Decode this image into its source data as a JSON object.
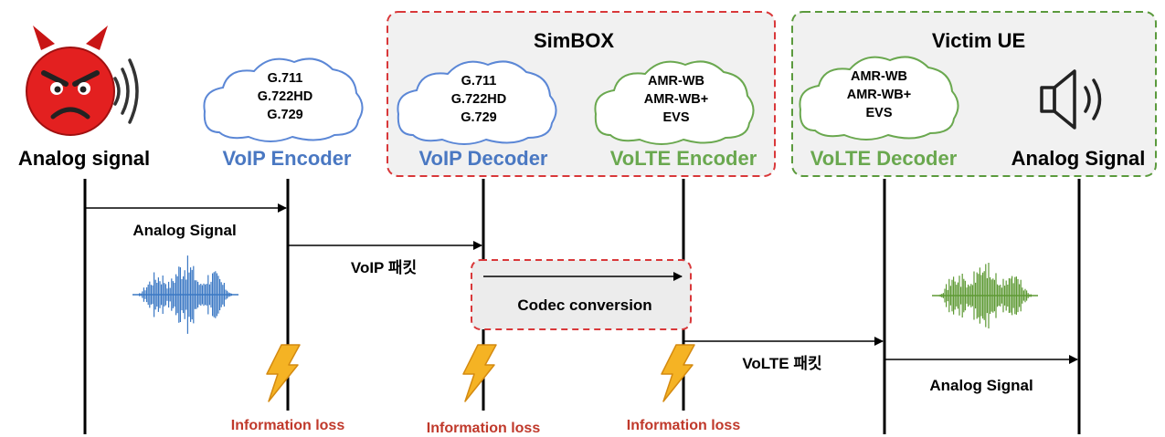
{
  "groups": {
    "simbox": {
      "title": "SimBOX",
      "color": "#d9383a"
    },
    "victim": {
      "title": "Victim UE",
      "color": "#5b9a3d"
    }
  },
  "entities": [
    {
      "label": "Analog signal",
      "color": "#000000"
    },
    {
      "label": "VoIP Encoder",
      "color": "#4a78c2"
    },
    {
      "label": "VoIP Decoder",
      "color": "#4a78c2"
    },
    {
      "label": "VoLTE Encoder",
      "color": "#6aa84f"
    },
    {
      "label": "VoLTE Decoder",
      "color": "#6aa84f"
    },
    {
      "label": "Analog Signal",
      "color": "#000000"
    }
  ],
  "clouds": {
    "voip_encoder": {
      "lines": [
        "G.711",
        "G.722HD",
        "G.729"
      ],
      "color": "#5b87d6"
    },
    "voip_decoder": {
      "lines": [
        "G.711",
        "G.722HD",
        "G.729"
      ],
      "color": "#5b87d6"
    },
    "volte_encoder": {
      "lines": [
        "AMR-WB",
        "AMR-WB+",
        "EVS"
      ],
      "color": "#6aa84f"
    },
    "volte_decoder": {
      "lines": [
        "AMR-WB",
        "AMR-WB+",
        "EVS"
      ],
      "color": "#6aa84f"
    }
  },
  "messages": {
    "analog_in": "Analog Signal",
    "voip_packet": "VoIP 패킷",
    "codec_conversion": "Codec conversion",
    "volte_packet": "VoLTE 패킷",
    "analog_out": "Analog Signal"
  },
  "losses": [
    "Information loss",
    "Information loss",
    "Information loss"
  ],
  "icons": {
    "attacker": "devil-face-icon",
    "sound_waves": "sound-waves-icon",
    "speaker": "speaker-icon",
    "waveform_in": "blue-waveform-icon",
    "waveform_out": "green-waveform-icon",
    "lightning": "lightning-bolt-icon"
  },
  "colors": {
    "loss_text": "#c0392b",
    "waveform_in": "#3b78c4",
    "waveform_out": "#5e9a34",
    "group_fill": "#f1f1f1",
    "bolt": "#f5b324"
  }
}
